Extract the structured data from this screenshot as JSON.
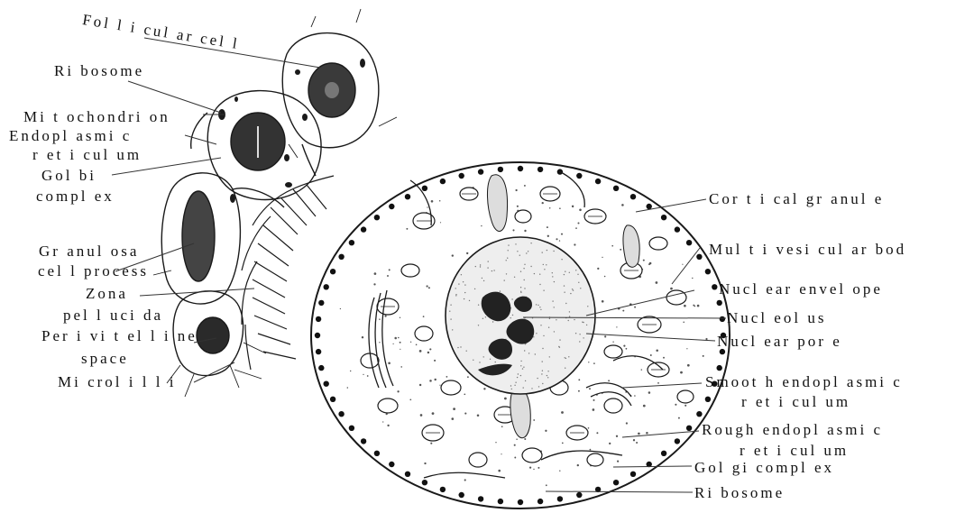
{
  "colors": {
    "ink": "#1a1a1a",
    "paper": "#ffffff",
    "stipple": "#555555"
  },
  "labels": {
    "follicular_cell": "Fol l i cul ar cel l",
    "ribosome_left": "Ri bosome",
    "mitochondrion": "Mi t ochondri on",
    "er_line1": "Endopl asmi c",
    "er_line2": "r et i cul um",
    "golgi_line1": "Gol bi",
    "golgi_line2": "compl ex",
    "granulosa_line1": "Gr anul osa",
    "granulosa_line2": "cel l process",
    "zona_line1": "Zona",
    "zona_line2": "pel l uci da",
    "perivitelline_line1": "Per i vi t el l i ne",
    "perivitelline_line2": "space",
    "microvilli": "Mi crol i l l i",
    "cortical_granule": "Cor t i cal gr anul e",
    "multivesicular": "Mul t i vesi cul ar bod",
    "nuclear_envelope": "Nucl ear envel ope",
    "nucleolus": "Nucl eol us",
    "nuclear_pore": "Nucl ear por e",
    "smooth_er_line1": "Smoot h endopl asmi c",
    "smooth_er_line2": "r et i cul um",
    "rough_er_line1": "Rough endopl asmi c",
    "rough_er_line2": "r et i cul um",
    "golgi_right": "Gol gi compl ex",
    "ribosome_right": "Ri bosome"
  }
}
